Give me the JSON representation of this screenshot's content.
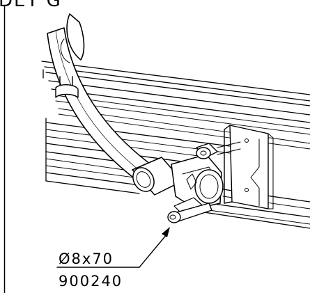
{
  "drawing": {
    "detail_label": "DET G",
    "callout": {
      "dimension": "Ø8x70",
      "part_number": "900240"
    }
  }
}
